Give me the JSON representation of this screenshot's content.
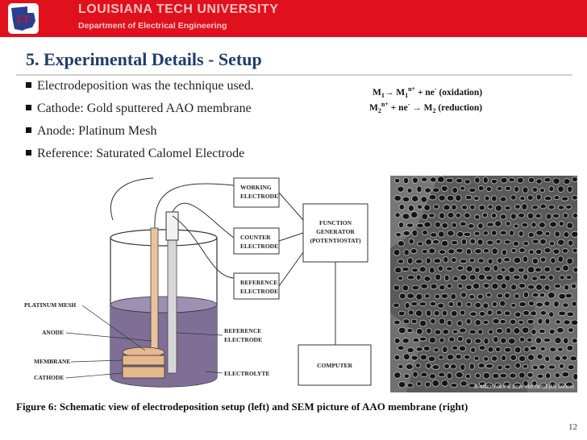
{
  "header": {
    "university": "LOUISIANA TECH UNIVERSITY",
    "department": "Department of Electrical Engineering",
    "logo_initials": "LT"
  },
  "slide": {
    "title": "5. Experimental Details - Setup",
    "bullets": [
      "Electrodeposition was the technique used.",
      "Cathode: Gold sputtered AAO membrane",
      "Anode: Platinum Mesh",
      "Reference: Saturated Calomel Electrode"
    ],
    "equations": {
      "line1": {
        "m": "M",
        "s1": "1",
        "arrow": "→",
        "s2": "1",
        "sup": "n+",
        "rest": " + ne",
        "sup2": "-",
        "note": " (oxidation)"
      },
      "line2": {
        "m": "M",
        "s1": "2",
        "sup": "n+",
        "mid": " + ne",
        "sup2": "-",
        "arrow": " → ",
        "m2": "M",
        "s2": "2",
        "note": " (reduction)"
      }
    },
    "schematic": {
      "boxes": {
        "working": [
          "WORKING",
          "ELECTRODE"
        ],
        "counter": [
          "COUNTER",
          "ELECTRODE"
        ],
        "reference": [
          "REFERENCE",
          "ELECTRODE"
        ],
        "function_gen": [
          "FUNCTION",
          "GENERATOR",
          "(POTENTIOSTAT)"
        ],
        "computer": "COMPUTER"
      },
      "labels": {
        "platinum_mesh": "PLATINUM MESH",
        "anode": "ANODE",
        "membrane": "MEMBRANE",
        "cathode": "CATHODE",
        "reference": [
          "REFERENCE",
          "ELECTRODE"
        ],
        "electrolyte": "ELECTROLYTE"
      }
    },
    "sem_scale_text": "S-4800 3.0kV 6.1mm x60.0k SE(M)   500nm",
    "caption": "Figure 6: Schematic view of electrodeposition setup (left) and SEM picture of AAO membrane (right)",
    "page_number": "12"
  },
  "colors": {
    "header_red": "#e0101c",
    "title_blue": "#1f3d6b",
    "electrolyte": "#7f6f96"
  }
}
